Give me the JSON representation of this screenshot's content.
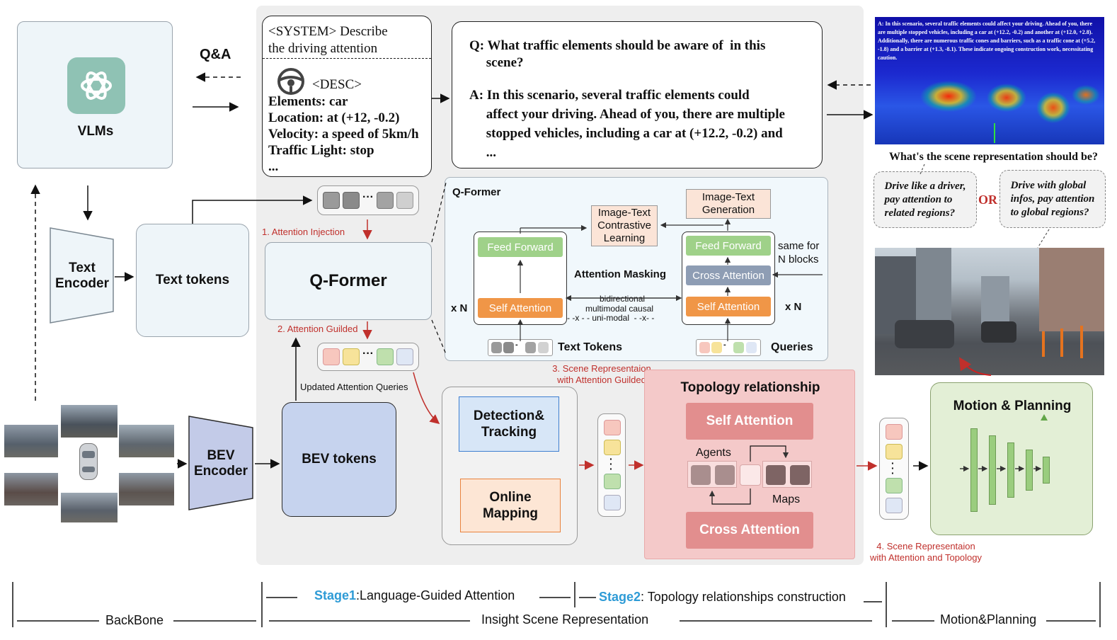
{
  "vlm": {
    "label": "VLMs",
    "qa_label": "Q&A"
  },
  "text_encoder": {
    "label": "Text\nEncoder"
  },
  "text_tokens": {
    "label": "Text tokens"
  },
  "bev_encoder": {
    "label": "BEV\nEncoder"
  },
  "bev_tokens": {
    "label": "BEV tokens"
  },
  "system_prompt": {
    "header": "<SYSTEM> Describe\nthe driving attention",
    "desc_tag": "<DESC>",
    "lines": [
      "Elements: car",
      "Location: at (+12, -0.2)",
      "Velocity: a speed of 5km/h",
      "Traffic Light: stop",
      "..."
    ]
  },
  "qa_box": {
    "question": "Q: What traffic elements should be aware of  in this\n     scene?",
    "answer": "A: In this scenario, several traffic elements could\n     affect your driving. Ahead of you, there are multiple\n     stopped vehicles, including a car at (+12.2, -0.2) and\n     ..."
  },
  "qformer_main": {
    "label": "Q-Former"
  },
  "steps": {
    "s1": "1. Attention Injection",
    "s2": "2. Attention Guilded",
    "s3": "3. Scene Representaion\nwith Attention Guilded",
    "s4": "4. Scene Representaion\nwith Attention and Topology",
    "updated_queries": "Updated Attention Queries"
  },
  "qformer_detail": {
    "title": "Q-Former",
    "feed_forward": "Feed Forward",
    "self_attention": "Self Attention",
    "cross_attention": "Cross Attention",
    "itc": "Image-Text\nContrastive\nLearning",
    "itg": "Image-Text\nGeneration",
    "attention_masking": "Attention Masking",
    "mask1": "bidirectional",
    "mask2": "multimodal causal",
    "mask3": "- -x - - uni-modal  - -x- -",
    "xn": "x N",
    "same_for": "same for\nN blocks",
    "text_tokens": "Text Tokens",
    "queries": "Queries"
  },
  "heads": {
    "detection": "Detection&\nTracking",
    "mapping": "Online\nMapping"
  },
  "topology": {
    "title": "Topology relationship",
    "self_attention": "Self Attention",
    "cross_attention": "Cross Attention",
    "agents": "Agents",
    "maps": "Maps"
  },
  "motion": {
    "title": "Motion & Planning"
  },
  "right_panel": {
    "overlay_text": "A: In this scenario, several traffic elements could affect your driving. Ahead of you, there are multiple stopped vehicles, including a car at (+12.2, -0.2) and another at (+12.0, +2.8). Additionally, there are numerous traffic cones and barriers, such as a traffic cone at (+5.2, -1.8) and a barrier at (+1.3, -8.1). These indicate ongoing construction work, necessitating caution.",
    "question": "What's the scene representation should be?",
    "option_a": "Drive like a driver,\npay attention to\nrelated regions?",
    "or": "OR",
    "option_b": "Drive with global\ninfos, pay attention\nto global regions?"
  },
  "bottom": {
    "backbone": "BackBone",
    "stage1_key": "Stage1",
    "stage1_text": ":Language-Guided Attention",
    "stage2_key": "Stage2",
    "stage2_text": ": Topology relationships construction",
    "insight": "Insight Scene Representation",
    "motion": "Motion&Planning"
  },
  "colors": {
    "stage_blue": "#2e9bd6",
    "red_arrow": "#c0302c",
    "topology_bg": "#f4c9c9",
    "topology_block": "#e28e8e",
    "motion_bg": "#e3efd6",
    "bev_blue": "#c6d3ee",
    "encoder_blue": "#c3cbe8"
  }
}
